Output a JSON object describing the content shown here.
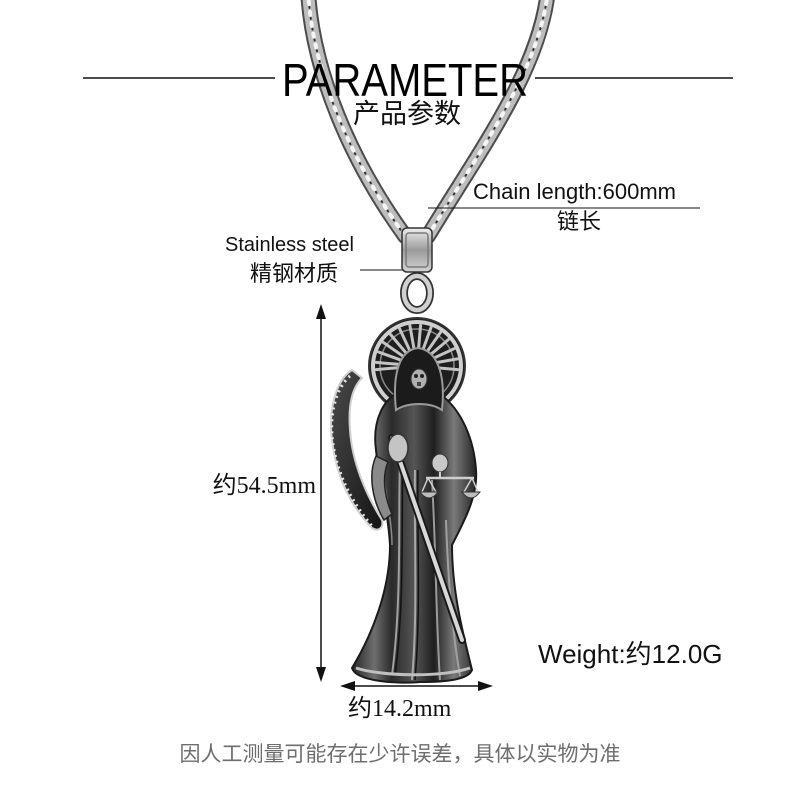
{
  "header": {
    "title": "PARAMETER",
    "subtitle": "产品参数"
  },
  "chain_length": {
    "label": "Chain length:600mm",
    "label_cn": "链长"
  },
  "material": {
    "label": "Stainless steel",
    "label_cn": "精钢材质"
  },
  "dimensions": {
    "height": "约54.5mm",
    "width": "约14.2mm"
  },
  "weight": {
    "label": "Weight:约12.0G"
  },
  "disclaimer": "因人工测量可能存在少许误差，具体以实物为准",
  "icons": {
    "height_arrow": "double-arrow-vertical-icon",
    "width_arrow": "double-arrow-horizontal-icon"
  },
  "colors": {
    "background": "#ffffff",
    "text": "#111111",
    "disclaimer": "#6e6e6e",
    "metal_light": "#d6d6d6",
    "metal_dark": "#222222"
  }
}
